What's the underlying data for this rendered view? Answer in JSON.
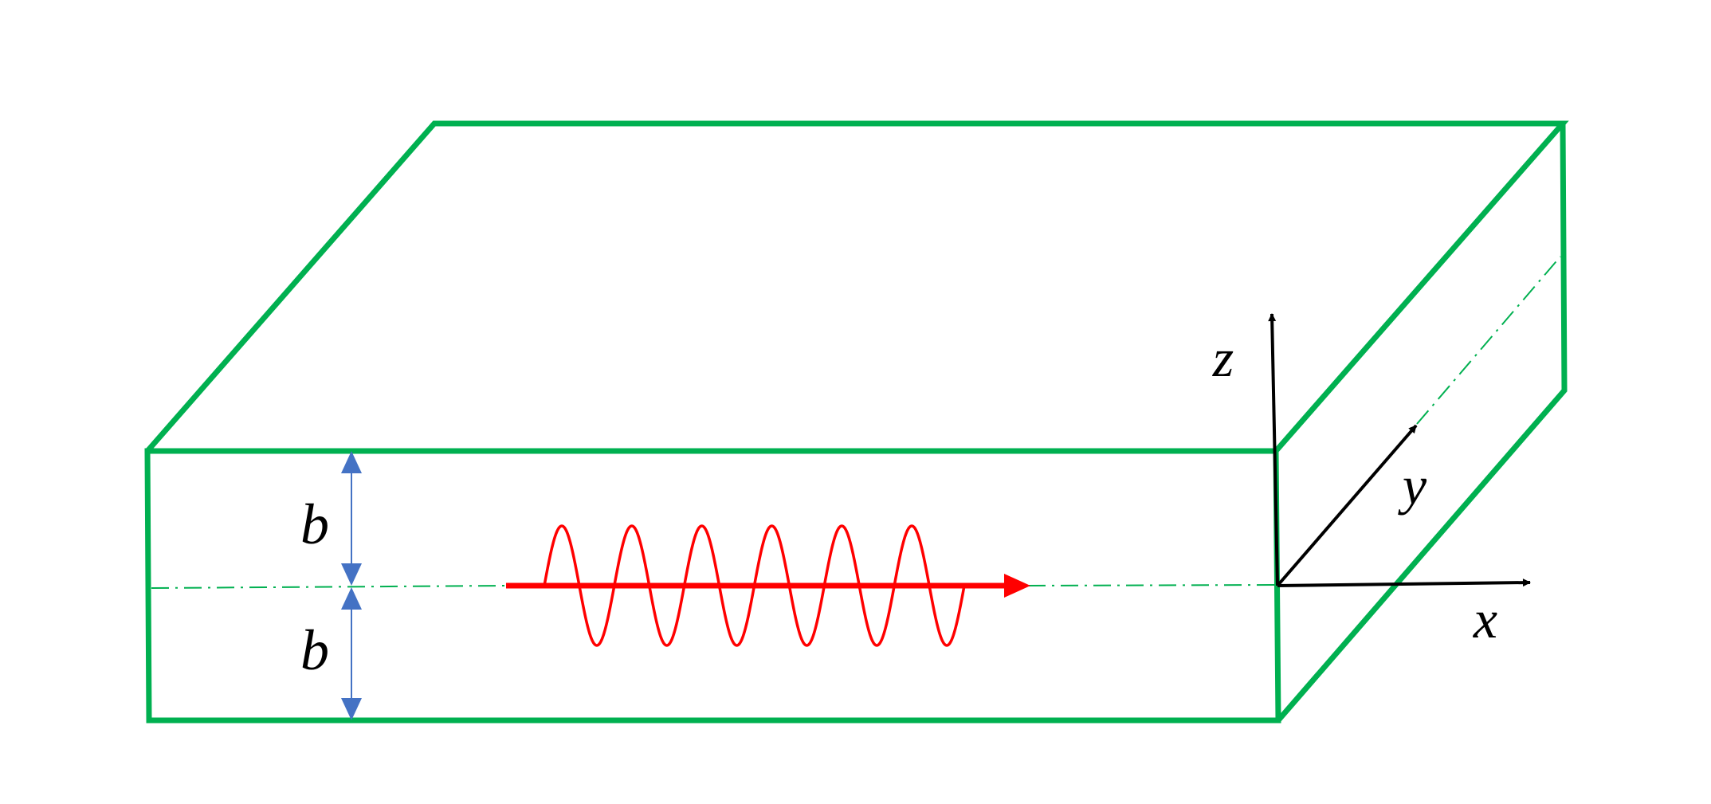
{
  "labels": {
    "b_upper": "b",
    "b_lower": "b",
    "axis_x": "x",
    "axis_y": "y",
    "axis_z": "z"
  },
  "colors": {
    "slab_edges": "#00b050",
    "midplane": "#00b050",
    "wave": "#ff0000",
    "dimension_arrows": "#4472c4",
    "axes": "#000000"
  },
  "wave": {
    "cycles": 6
  }
}
